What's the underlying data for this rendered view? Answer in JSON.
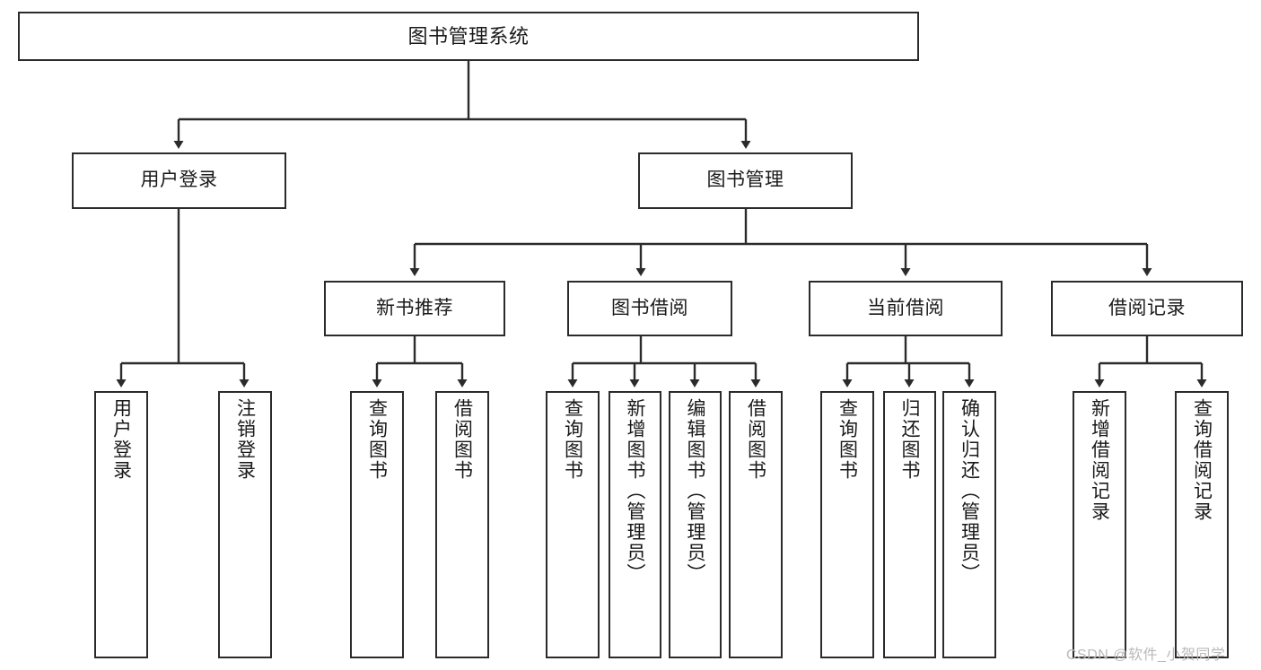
{
  "diagram": {
    "title": "图书管理系统",
    "type": "tree-hierarchy-diagram",
    "colors": {
      "stroke": "#2b2b2b",
      "fill": "#ffffff",
      "text": "#1a1a1a",
      "watermark": "#b9b9b9"
    },
    "nodes": {
      "root": {
        "label": "图书管理系统",
        "level": 0,
        "orientation": "horizontal"
      },
      "l1": [
        {
          "id": "user-login",
          "label": "用户登录",
          "level": 1,
          "orientation": "horizontal"
        },
        {
          "id": "book-manage",
          "label": "图书管理",
          "level": 1,
          "orientation": "horizontal"
        }
      ],
      "l2": [
        {
          "id": "new-book-recommend",
          "label": "新书推荐",
          "level": 2,
          "orientation": "horizontal"
        },
        {
          "id": "book-borrow",
          "label": "图书借阅",
          "level": 2,
          "orientation": "horizontal"
        },
        {
          "id": "current-borrow",
          "label": "当前借阅",
          "level": 2,
          "orientation": "horizontal"
        },
        {
          "id": "borrow-record",
          "label": "借阅记录",
          "level": 2,
          "orientation": "horizontal"
        }
      ],
      "leaves": {
        "user_login": [
          {
            "id": "leaf-user-login",
            "label": "用户登录"
          },
          {
            "id": "leaf-logout-login",
            "label": "注销登录"
          }
        ],
        "new_book_recommend": [
          {
            "id": "leaf-query-book-1",
            "label": "查询图书"
          },
          {
            "id": "leaf-borrow-book-1",
            "label": "借阅图书"
          }
        ],
        "book_borrow": [
          {
            "id": "leaf-query-book-2",
            "label": "查询图书"
          },
          {
            "id": "leaf-add-book-admin",
            "label": "新增图书（管理员）"
          },
          {
            "id": "leaf-edit-book-admin",
            "label": "编辑图书（管理员）"
          },
          {
            "id": "leaf-borrow-book-2",
            "label": "借阅图书"
          }
        ],
        "current_borrow": [
          {
            "id": "leaf-query-book-3",
            "label": "查询图书"
          },
          {
            "id": "leaf-return-book",
            "label": "归还图书"
          },
          {
            "id": "leaf-confirm-return-admin",
            "label": "确认归还（管理员）"
          }
        ],
        "borrow_record": [
          {
            "id": "leaf-add-borrow-record",
            "label": "新增借阅记录"
          },
          {
            "id": "leaf-query-borrow-record",
            "label": "查询借阅记录"
          }
        ]
      }
    },
    "watermark": "CSDN @软件_小贺同学"
  }
}
